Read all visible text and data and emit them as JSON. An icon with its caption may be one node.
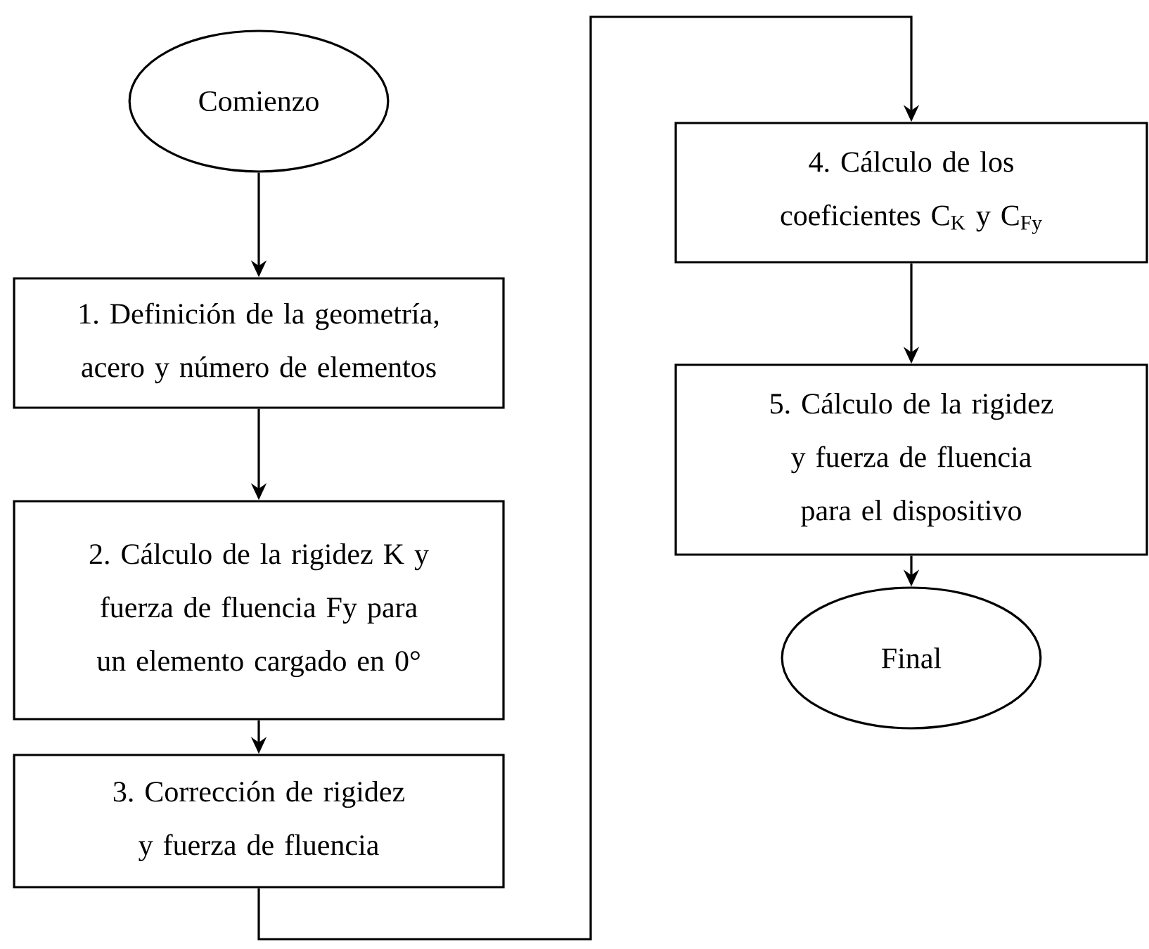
{
  "diagram": {
    "nodes": [
      {
        "text": [
          "Comienzo"
        ]
      },
      {
        "text": [
          "1. Definición de la geometría, acero y número de elementos"
        ]
      },
      {
        "text": [
          "2. Cálculo de la rigidez K y fuerza de fluencia Fy para un elemento cargado en 0°"
        ]
      },
      {
        "text": [
          "3. Corrección de rigidez y fuerza de fluencia"
        ]
      },
      {
        "text": [
          "4. Cálculo de los coeficientes C$_{K}$ y C$_{Fy}$"
        ]
      },
      {
        "text": [
          "5. Cálculo de la rigidez y fuerza de fluencia para el dispositivo"
        ]
      },
      {
        "text": [
          "Final"
        ]
      }
    ],
    "edges": [
      {
        "from": 0,
        "to": 1,
        "arrow": "to"
      },
      {
        "from": 1,
        "to": 2,
        "arrow": "to"
      },
      {
        "from": 2,
        "to": 3,
        "arrow": "to"
      },
      {
        "from": 3,
        "to": 4,
        "arrow": "to"
      },
      {
        "from": 4,
        "to": 5,
        "arrow": "to"
      },
      {
        "from": 5,
        "to": 6,
        "arrow": "to"
      }
    ]
  }
}
